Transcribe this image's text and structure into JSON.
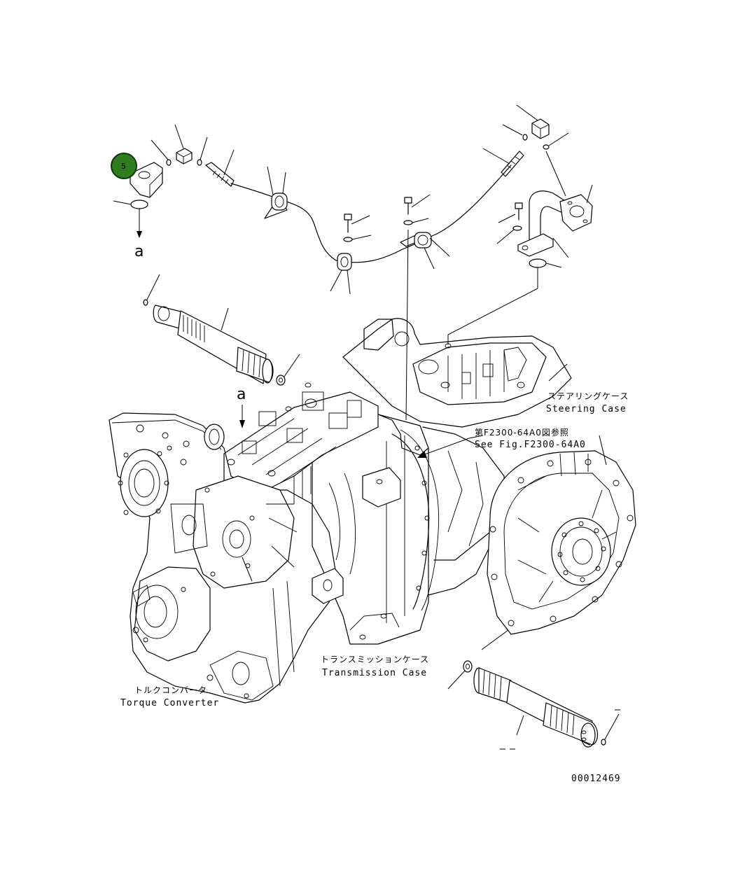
{
  "callout": {
    "number": "5",
    "color": "#2e7d1f"
  },
  "labels": {
    "view_a_top": "a",
    "view_a_arrow": "a",
    "steering_case_jp": "ステアリングケース",
    "steering_case_en": "Steering Case",
    "see_fig_jp": "第F2300-64A0図参照",
    "see_fig_en": "See Fig.F2300-64A0",
    "transmission_case_jp": "トランスミッションケース",
    "transmission_case_en": "Transmission Case",
    "torque_converter_jp": "トルクコンバータ",
    "torque_converter_en": "Torque Converter",
    "drawing_number": "00012469"
  }
}
